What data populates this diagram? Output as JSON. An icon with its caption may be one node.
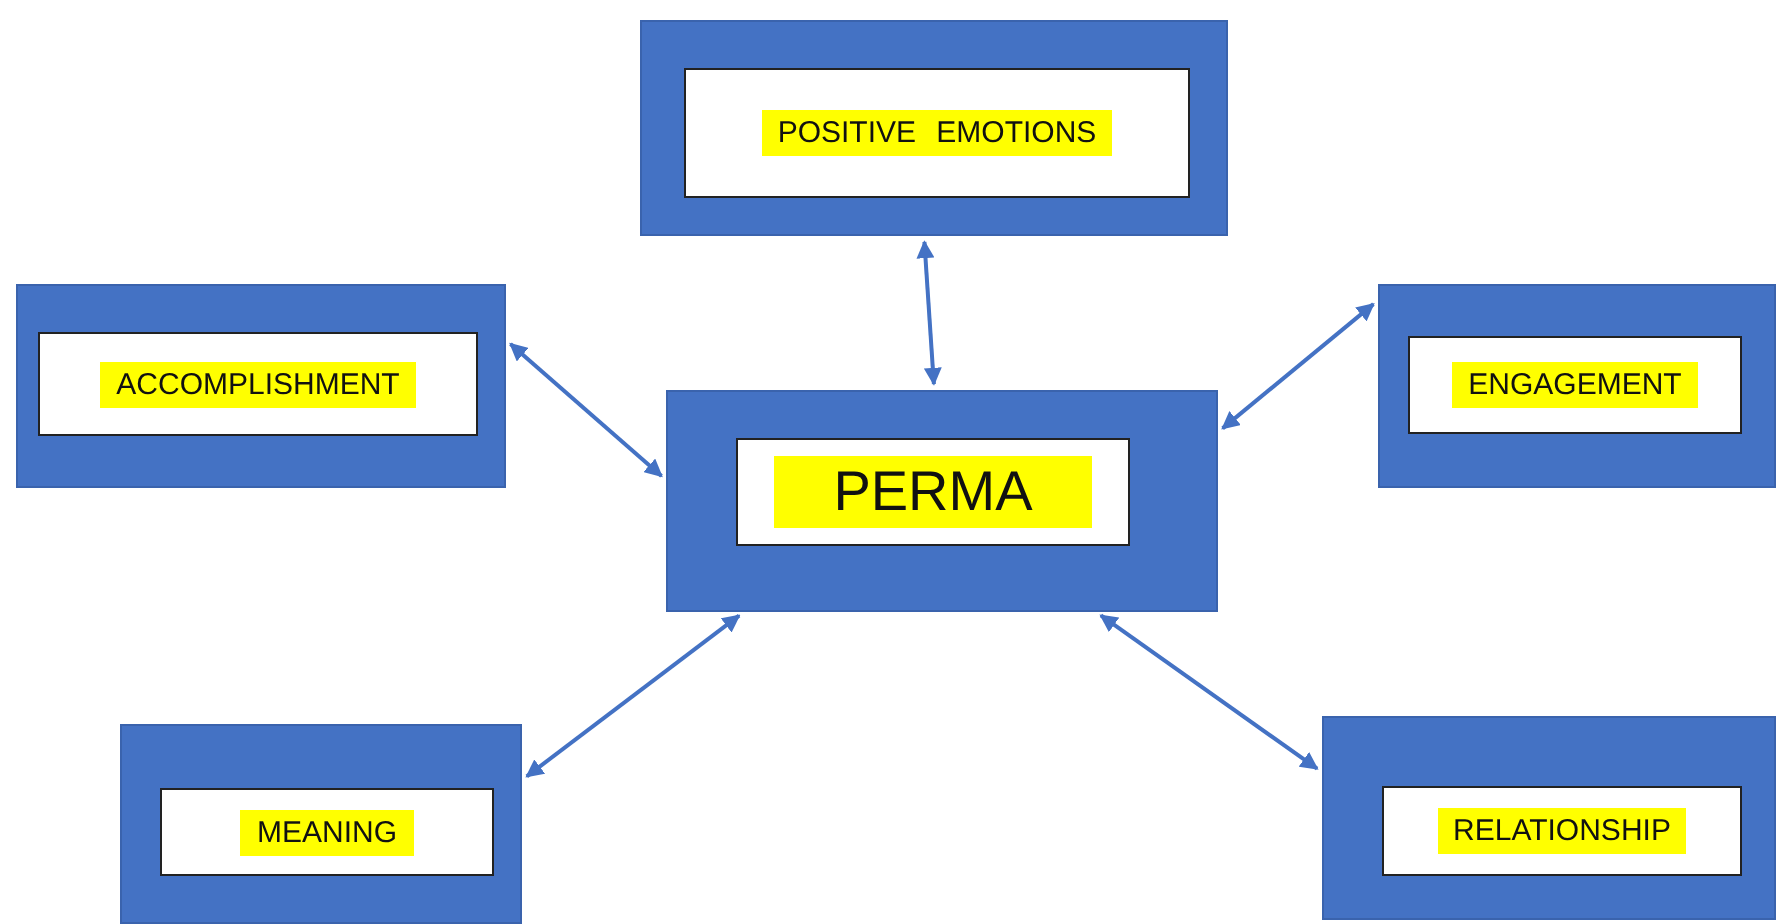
{
  "diagram": {
    "nodes": [
      {
        "text": [
          "POSITIVE EMOTIONS"
        ]
      },
      {
        "text": [
          "ACCOMPLISHMENT"
        ]
      },
      {
        "text": [
          "PERMA"
        ]
      },
      {
        "text": [
          "ENGAGEMENT"
        ]
      },
      {
        "text": [
          "MEANING"
        ]
      },
      {
        "text": [
          "RELATIONSHIP"
        ]
      }
    ],
    "edges": [
      {
        "from": 2,
        "to": 0,
        "arrow": "both"
      },
      {
        "from": 2,
        "to": 1,
        "arrow": "both"
      },
      {
        "from": 2,
        "to": 3,
        "arrow": "both"
      },
      {
        "from": 2,
        "to": 4,
        "arrow": "both"
      },
      {
        "from": 2,
        "to": 5,
        "arrow": "both"
      }
    ]
  }
}
